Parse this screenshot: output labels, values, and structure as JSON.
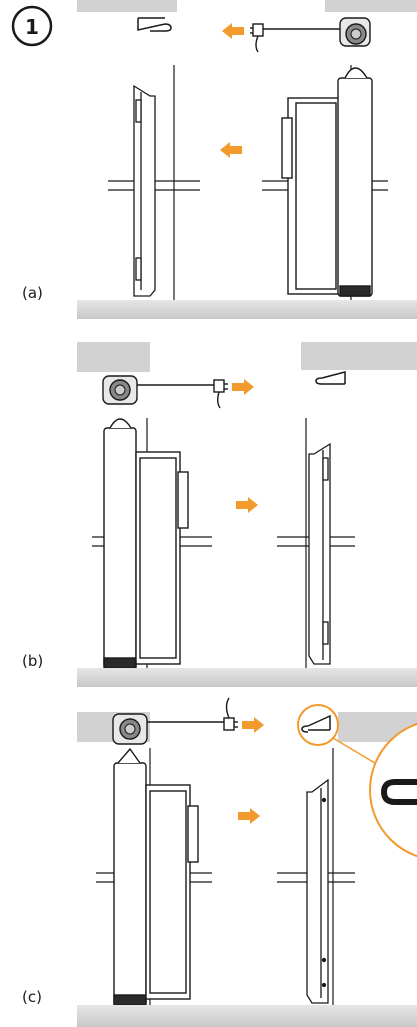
{
  "step_number": "1",
  "panels": [
    {
      "label": "(a)"
    },
    {
      "label": "(b)"
    },
    {
      "label": "(c)"
    }
  ],
  "colors": {
    "arrow": "#f39a2d",
    "floor": "#d2d2d2",
    "ceiling": "#d2d2d2",
    "line": "#1a1a1a",
    "outline": "#3a3a3a"
  }
}
